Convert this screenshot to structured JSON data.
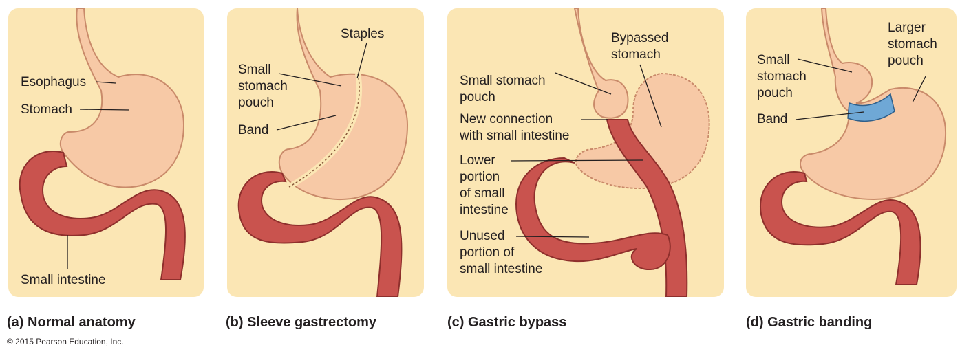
{
  "panels": [
    {
      "caption": "(a) Normal anatomy",
      "labels": {
        "esophagus": "Esophagus",
        "stomach": "Stomach",
        "small_intestine": "Small intestine"
      }
    },
    {
      "caption": "(b) Sleeve gastrectomy",
      "labels": {
        "staples": "Staples",
        "small_pouch": "Small\nstomach\npouch",
        "band": "Band"
      }
    },
    {
      "caption": "(c) Gastric bypass",
      "labels": {
        "bypassed_stomach": "Bypassed\nstomach",
        "small_pouch": "Small stomach\npouch",
        "new_connection": "New connection\nwith small intestine",
        "lower_portion": "Lower\nportion\nof small\nintestine",
        "unused_portion": "Unused\nportion of\nsmall intestine"
      }
    },
    {
      "caption": "(d) Gastric banding",
      "labels": {
        "larger_pouch": "Larger\nstomach\npouch",
        "small_pouch": "Small\nstomach\npouch",
        "band": "Band"
      }
    }
  ],
  "copyright": "© 2015 Pearson Education, Inc.",
  "colors": {
    "panel_bg": "#fbe6b4",
    "stomach": "#f7c9a6",
    "intestine": "#c9534e",
    "band": "#6fa8d6"
  }
}
